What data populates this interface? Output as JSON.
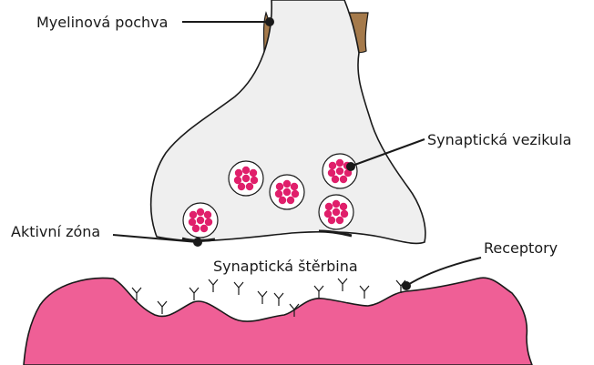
{
  "labels": {
    "myelin_sheath": "Myelinová pochva",
    "synaptic_vesicle": "Synaptická vezikula",
    "active_zone": "Aktivní zóna",
    "receptors": "Receptory",
    "synaptic_cleft": "Synaptická štěrbina"
  },
  "colors": {
    "terminal_fill": "#efefef",
    "myelin_fill": "#a57a4b",
    "vesicle_molecule": "#e01f6b",
    "postsynaptic_fill": "#ef5f96",
    "outline": "#1a1a1a",
    "background": "#ffffff"
  }
}
